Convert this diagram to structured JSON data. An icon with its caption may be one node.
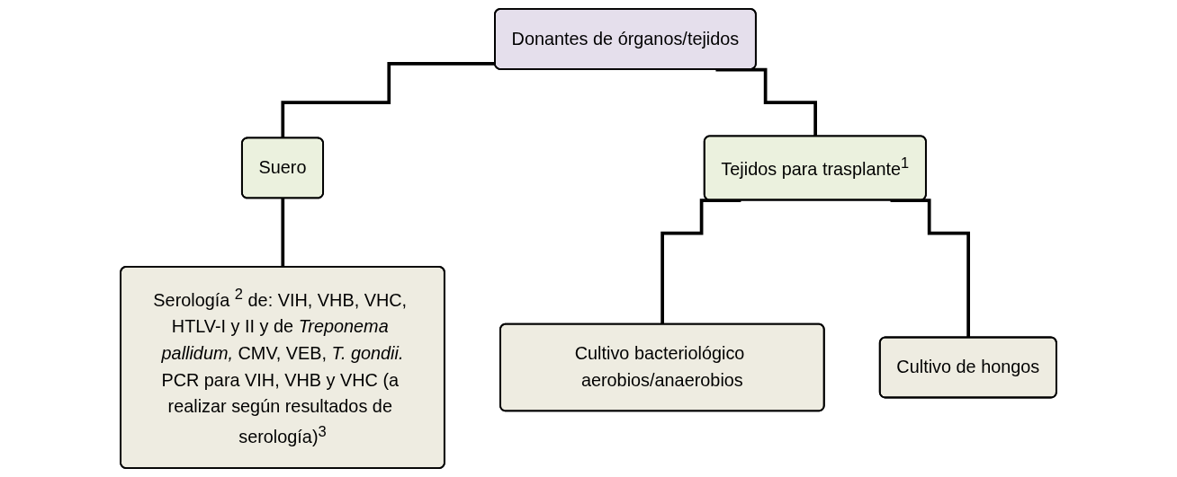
{
  "diagram": {
    "nodes": [
      {
        "text": [
          "Donantes de órganos/tejidos"
        ]
      },
      {
        "text": [
          "Suero"
        ]
      },
      {
        "text": [
          "Tejidos para trasplante$^{1}$"
        ]
      },
      {
        "text": [
          "Serología $^{2}$ de: VIH, VHB, VHC, HTLV-I y II y de *Treponema pallidum,* CMV, VEB, *T. gondii.*",
          "PCR para VIH, VHB y VHC (a realizar según resultados de serología)$^{3}$"
        ]
      },
      {
        "text": [
          "Cultivo bacteriológico aerobios/anaerobios"
        ]
      },
      {
        "text": [
          "Cultivo de hongos"
        ]
      }
    ],
    "edges": [
      {
        "from": 0,
        "to": 1,
        "arrow": "none"
      },
      {
        "from": 0,
        "to": 2,
        "arrow": "none"
      },
      {
        "from": 1,
        "to": 3,
        "arrow": "none"
      },
      {
        "from": 2,
        "to": 4,
        "arrow": "none"
      },
      {
        "from": 2,
        "to": 5,
        "arrow": "none"
      }
    ]
  }
}
